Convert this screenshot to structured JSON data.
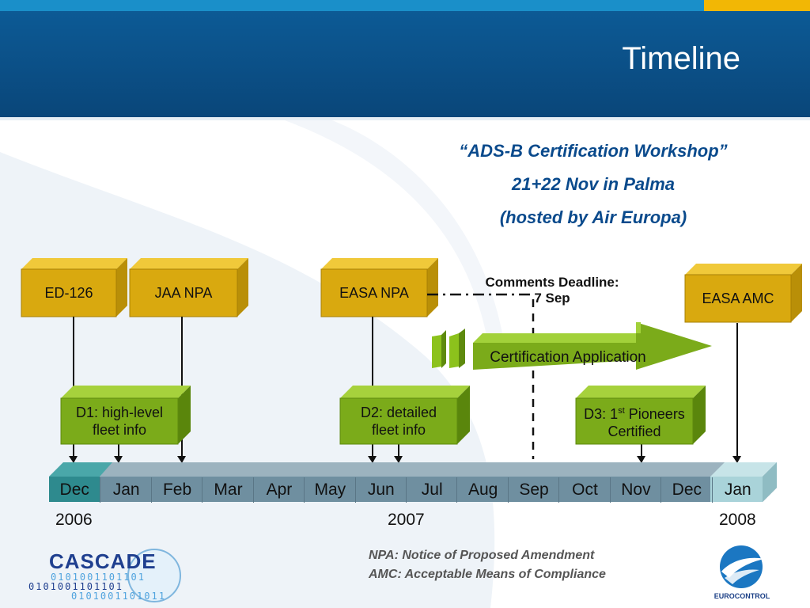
{
  "slide": {
    "title": "Timeline"
  },
  "workshop": {
    "line1": "“ADS-B Certification Workshop”",
    "line2": "21+22 Nov in Palma",
    "line3": "(hosted by Air Europa)"
  },
  "documents": [
    {
      "label": "ED-126"
    },
    {
      "label": "JAA NPA"
    },
    {
      "label": "EASA NPA"
    },
    {
      "label": "EASA AMC"
    }
  ],
  "deadline": {
    "line1": "Comments Deadline:",
    "line2": "7 Sep"
  },
  "arrow": {
    "label": "Certification Application"
  },
  "milestones": [
    {
      "line1": "D1: high-level",
      "line2": "fleet info"
    },
    {
      "line1": "D2: detailed",
      "line2": "fleet info"
    },
    {
      "line1_pre": "D3: 1",
      "line1_sup": "st",
      "line1_post": " Pioneers",
      "line2": "Certified"
    }
  ],
  "timeline": {
    "months": [
      "Dec",
      "Jan",
      "Feb",
      "Mar",
      "Apr",
      "May",
      "Jun",
      "Jul",
      "Aug",
      "Sep",
      "Oct",
      "Nov",
      "Dec",
      "Jan"
    ],
    "years": [
      "2006",
      "2007",
      "2008"
    ]
  },
  "notes": {
    "npa": "NPA: Notice of Proposed Amendment",
    "amc": "AMC: Acceptable Means of Compliance"
  },
  "logos": {
    "cascade": "CASCADE",
    "cascade_bits1": "0101001101101",
    "cascade_bits2": "0101001101101",
    "cascade_bits3": "0101001101011",
    "eurocontrol": "EUROCONTROL"
  },
  "colors": {
    "gold_box": "#d9a90f",
    "green_box": "#7bab1a",
    "timeline_bar": "#6f8fa0",
    "timeline_first": "#2e8a8e",
    "header_blue": "#0b4f86",
    "workshop_text": "#0a4a8c"
  }
}
